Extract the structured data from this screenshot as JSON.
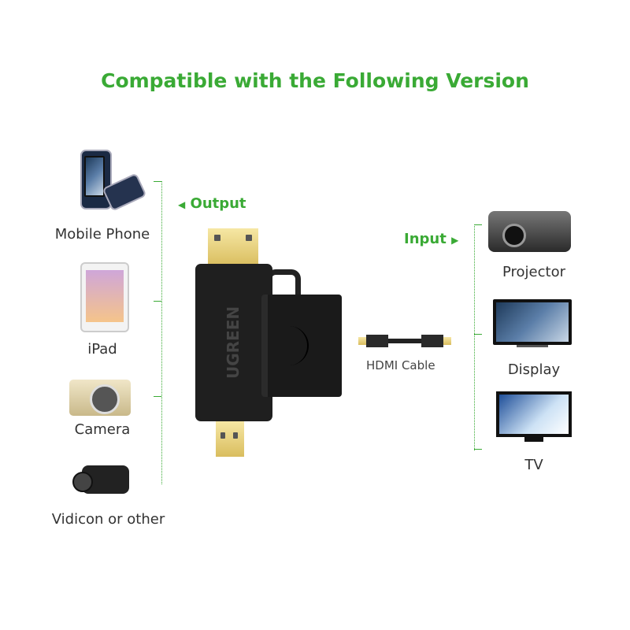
{
  "title": "Compatible with the Following Version",
  "output_label": "Output",
  "input_label": "Input",
  "brand": "UGREEN",
  "left_devices": [
    {
      "label": "Mobile Phone",
      "icon": "mobile-phone-icon"
    },
    {
      "label": "iPad",
      "icon": "ipad-icon"
    },
    {
      "label": "Camera",
      "icon": "camera-icon"
    },
    {
      "label": "Vidicon or other",
      "icon": "camcorder-icon"
    }
  ],
  "cable_label": "HDMI Cable",
  "right_devices": [
    {
      "label": "Projector",
      "icon": "projector-icon"
    },
    {
      "label": "Display",
      "icon": "monitor-icon"
    },
    {
      "label": "TV",
      "icon": "tv-icon"
    }
  ],
  "colors": {
    "accent": "#3aaa35",
    "adapter": "#1c1c1c",
    "gold": "#e6cf7a"
  }
}
